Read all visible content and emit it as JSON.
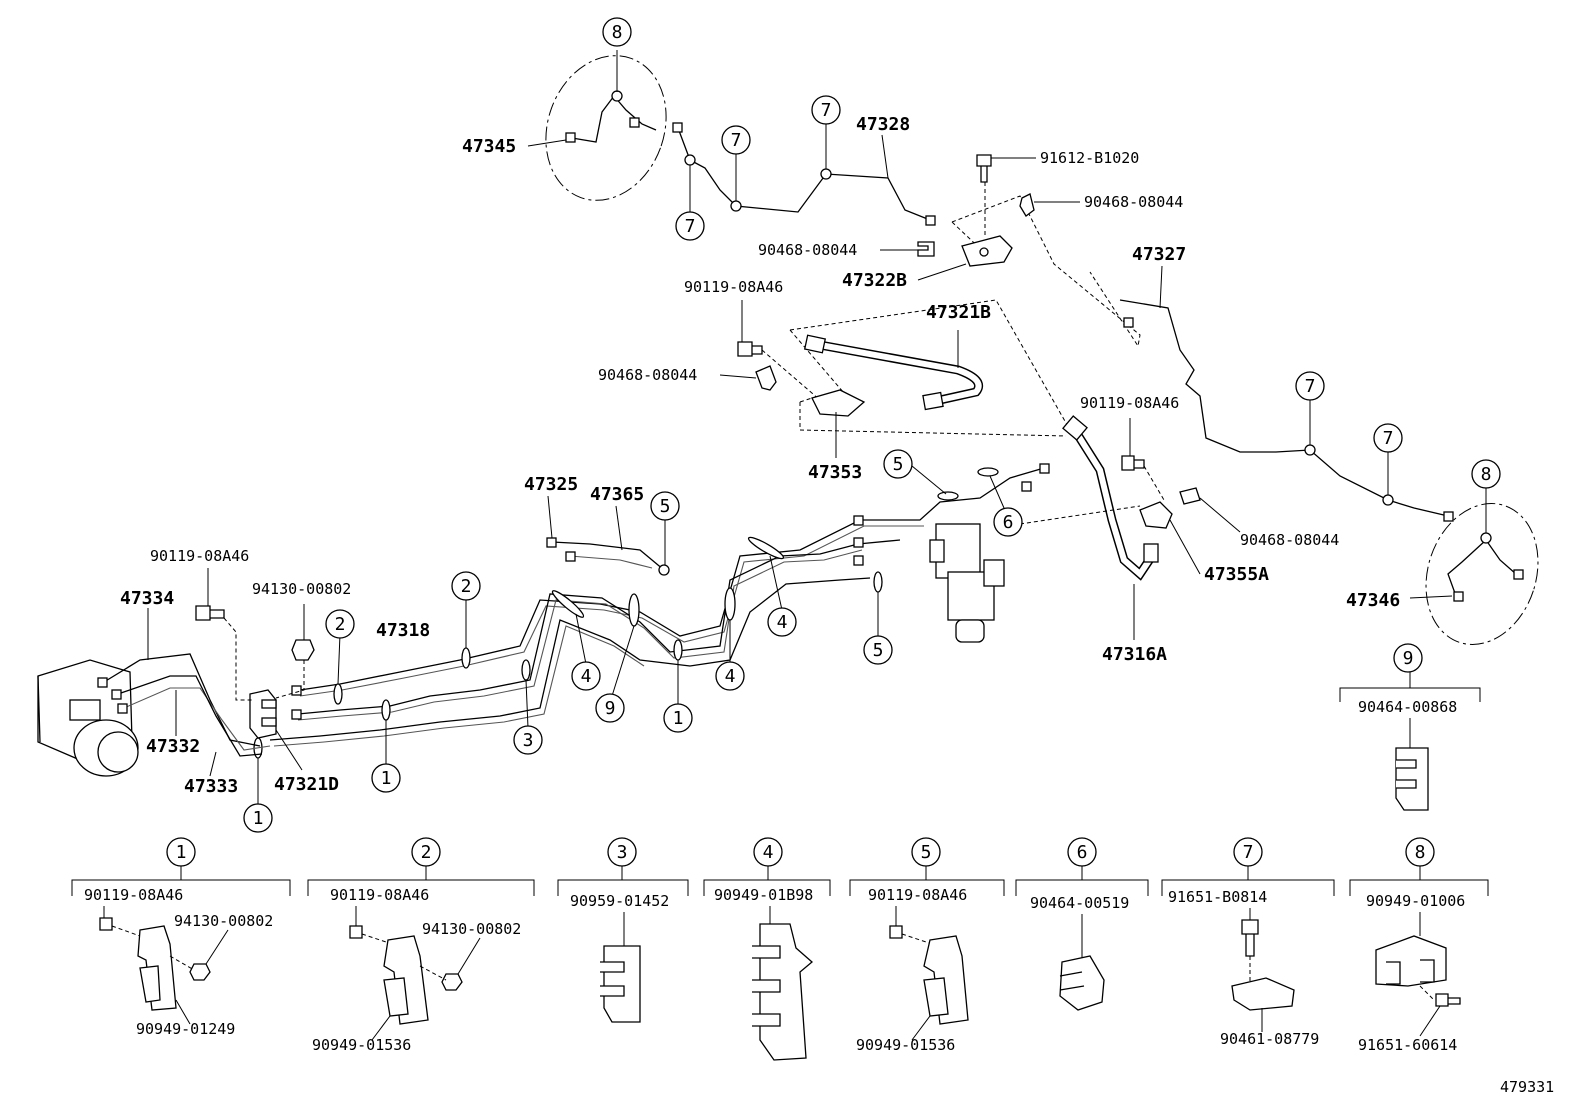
{
  "labels": {
    "p47345": "47345",
    "p47328": "47328",
    "p91612": "91612-B1020",
    "p90468a": "90468-08044",
    "p90468b": "90468-08044",
    "p47322B": "47322B",
    "p47327": "47327",
    "p90119a": "90119-08A46",
    "p47321B": "47321B",
    "p90468c": "90468-08044",
    "p47353": "47353",
    "p90119b": "90119-08A46",
    "p47325": "47325",
    "p47365": "47365",
    "p90468d": "90468-08044",
    "p47355A": "47355A",
    "p47346": "47346",
    "p90119c": "90119-08A46",
    "p94130a": "94130-00802",
    "p47334": "47334",
    "p47318": "47318",
    "p47316A": "47316A",
    "p47332": "47332",
    "p47333": "47333",
    "p47321D": "47321D",
    "p90464_868": "90464-00868"
  },
  "callouts": {
    "c1": "1",
    "c2": "2",
    "c3": "3",
    "c4": "4",
    "c5": "5",
    "c6": "6",
    "c7": "7",
    "c8": "8",
    "c9": "9"
  },
  "legend": {
    "g1a": "90119-08A46",
    "g1b": "94130-00802",
    "g1c": "90949-01249",
    "g2a": "90119-08A46",
    "g2b": "94130-00802",
    "g2c": "90949-01536",
    "g3a": "90959-01452",
    "g4a": "90949-01B98",
    "g5a": "90119-08A46",
    "g5b": "90949-01536",
    "g6a": "90464-00519",
    "g7a": "91651-B0814",
    "g7b": "90461-08779",
    "g8a": "90949-01006",
    "g8b": "91651-60614"
  },
  "figure_id": "479331"
}
